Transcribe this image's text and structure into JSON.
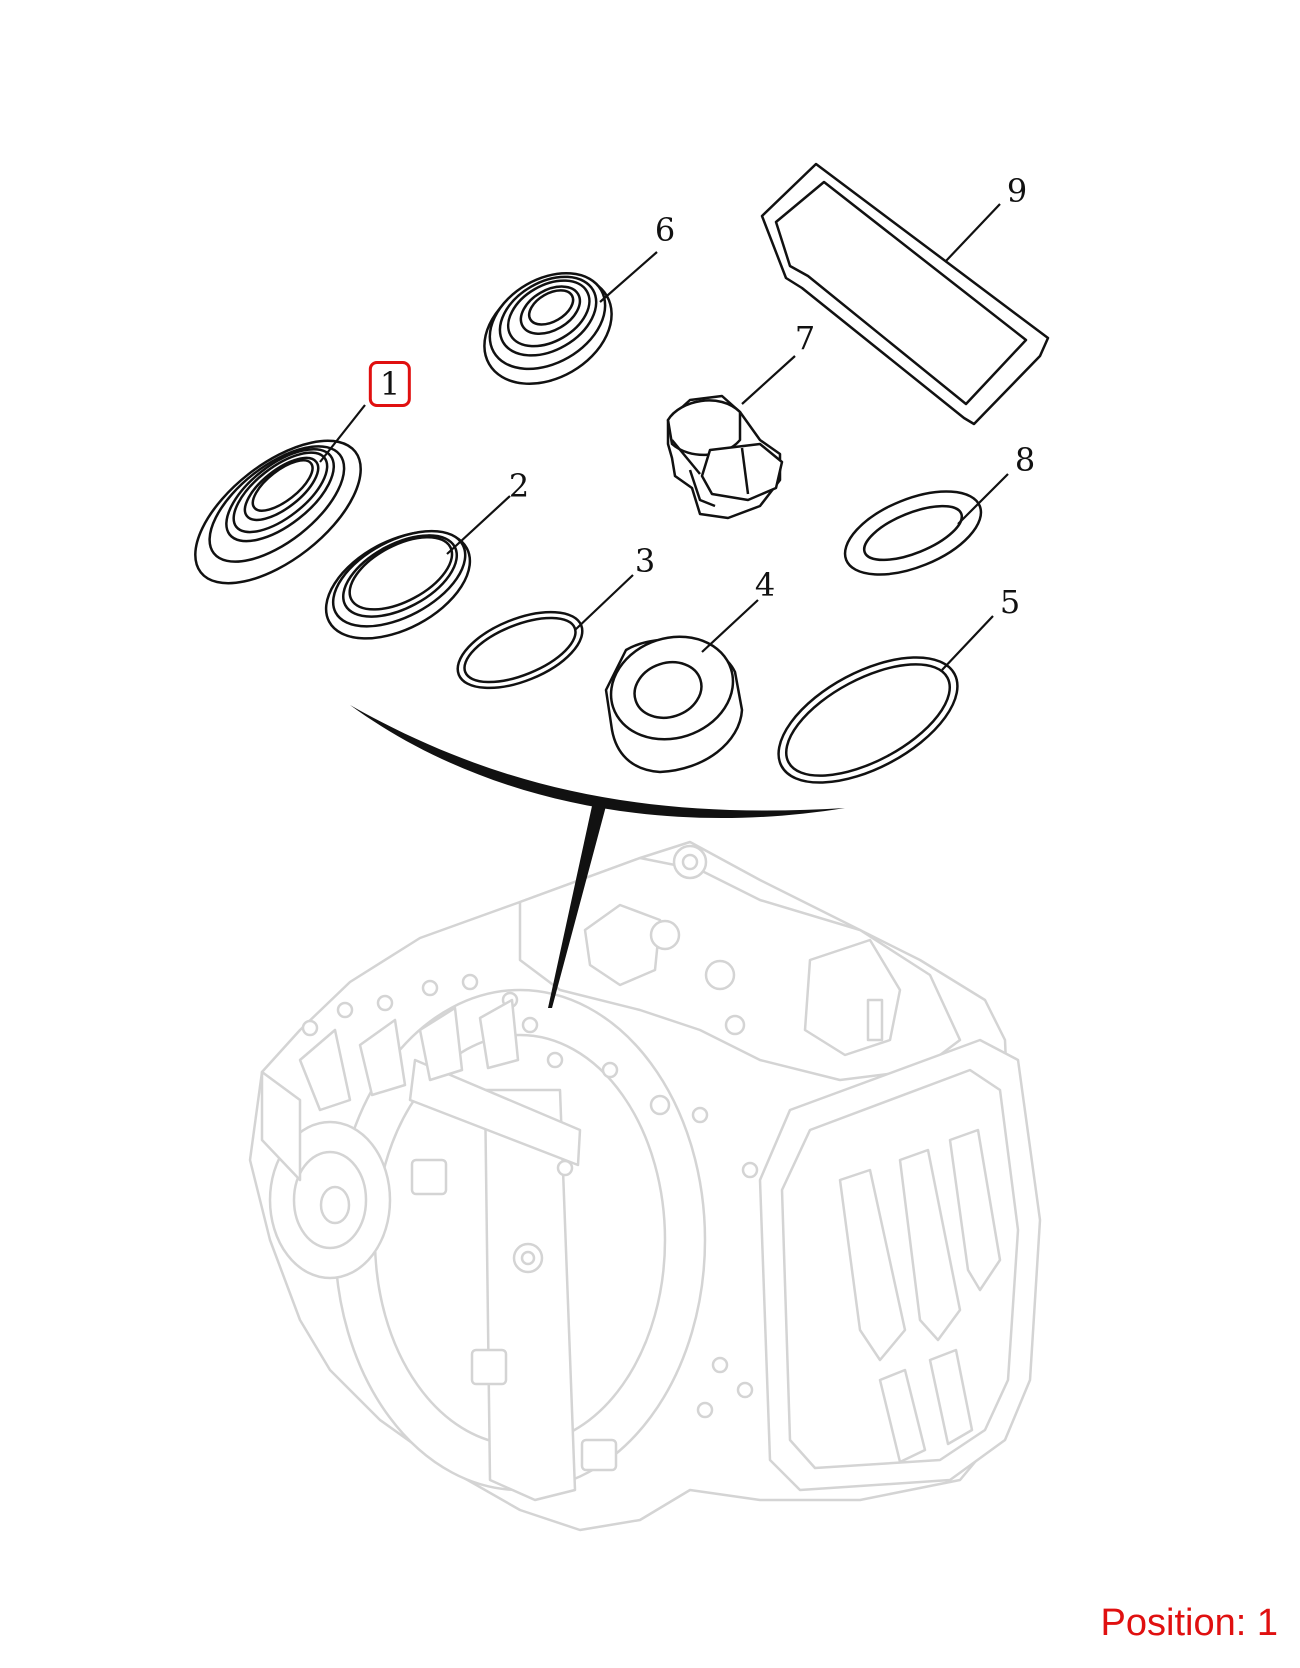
{
  "callouts": [
    "1",
    "2",
    "3",
    "4",
    "5",
    "6",
    "7",
    "8",
    "9"
  ],
  "selected_callout": "1",
  "position_label": "Position: 1",
  "colors": {
    "highlight": "#e01010",
    "line": "#111111",
    "housing": "#d4d4d4"
  },
  "parts": [
    {
      "callout": "1",
      "name": "seal-ring-icon"
    },
    {
      "callout": "2",
      "name": "oil-seal-icon"
    },
    {
      "callout": "3",
      "name": "o-ring-icon"
    },
    {
      "callout": "4",
      "name": "bushing-icon"
    },
    {
      "callout": "5",
      "name": "o-ring-large-icon"
    },
    {
      "callout": "6",
      "name": "bearing-icon"
    },
    {
      "callout": "7",
      "name": "drain-plug-icon"
    },
    {
      "callout": "8",
      "name": "washer-icon"
    },
    {
      "callout": "9",
      "name": "gasket-icon"
    }
  ]
}
